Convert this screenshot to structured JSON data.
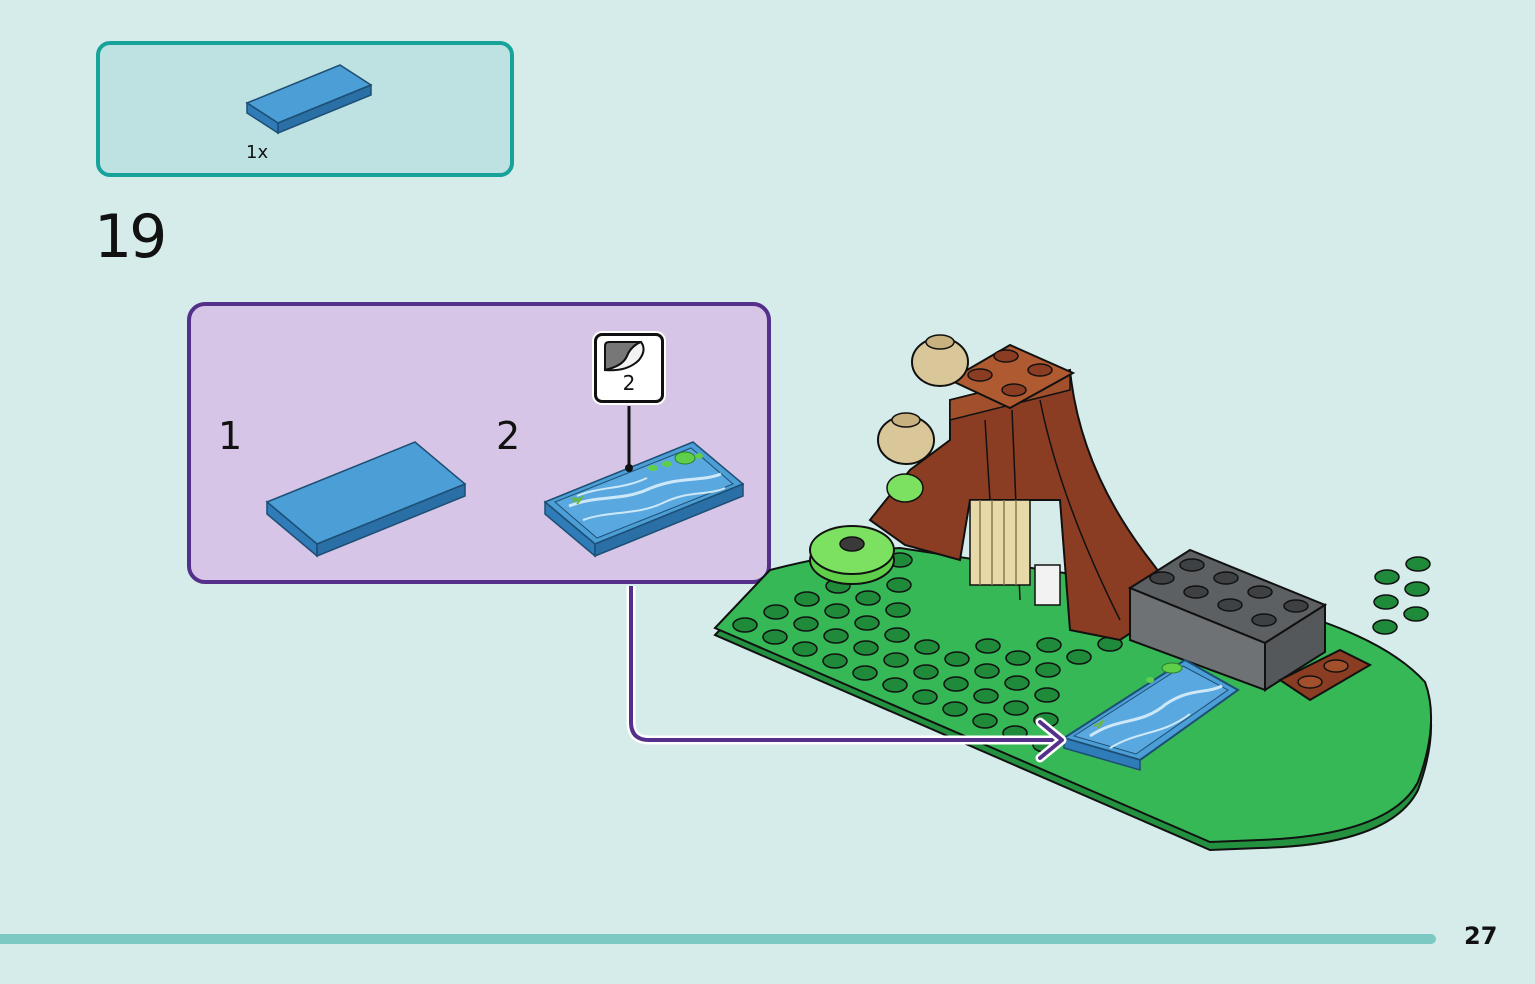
{
  "parts_list": {
    "items": [
      {
        "quantity": "1x",
        "part": "blue-tile-icon",
        "color": "#3d8fcb"
      }
    ]
  },
  "step": {
    "number": "19",
    "substeps": [
      {
        "number": "1"
      },
      {
        "number": "2",
        "sticker": "2"
      }
    ]
  },
  "page": {
    "number": "27"
  },
  "colors": {
    "background": "#d5ecea",
    "parts_border": "#17a39a",
    "parts_fill": "#bde2e1",
    "substep_border": "#55308a",
    "substep_fill": "#d6c5e6",
    "arrow": "#55308a",
    "footer_bar": "#7cc9c3",
    "tile_blue": "#3d8fcb",
    "baseplate_green": "#2fb052",
    "tree_brown": "#8a3d22",
    "brick_grey": "#6b6e70"
  }
}
